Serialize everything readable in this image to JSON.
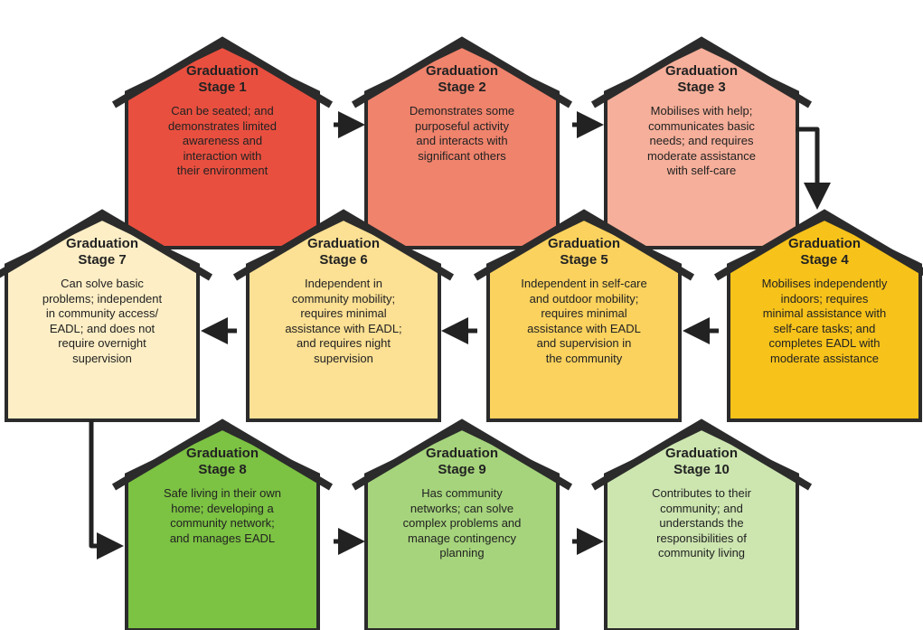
{
  "stages": [
    {
      "title": "Graduation",
      "subtitle": "Stage 1",
      "lines": [
        "Can be seated; and",
        "demonstrates limited",
        "awareness and",
        "interaction with",
        "their environment"
      ],
      "color": "#e94f3f"
    },
    {
      "title": "Graduation",
      "subtitle": "Stage 2",
      "lines": [
        "Demonstrates some",
        "purposeful activity",
        "and interacts with",
        "significant others"
      ],
      "color": "#f0836c"
    },
    {
      "title": "Graduation",
      "subtitle": "Stage 3",
      "lines": [
        "Mobilises with help;",
        "communicates basic",
        "needs; and requires",
        "moderate assistance",
        "with self-care"
      ],
      "color": "#f6af9a"
    },
    {
      "title": "Graduation",
      "subtitle": "Stage 4",
      "lines": [
        "Mobilises independently",
        "indoors; requires",
        "minimal assistance with",
        "self-care tasks; and",
        "completes EADL with",
        "moderate assistance"
      ],
      "color": "#f7c21a"
    },
    {
      "title": "Graduation",
      "subtitle": "Stage 5",
      "lines": [
        "Independent in self-care",
        "and outdoor mobility;",
        "requires minimal",
        "assistance with EADL",
        "and supervision in",
        "the community"
      ],
      "color": "#fbd25e"
    },
    {
      "title": "Graduation",
      "subtitle": "Stage 6",
      "lines": [
        "Independent in",
        "community mobility;",
        "requires minimal",
        "assistance with EADL;",
        "and requires night",
        "supervision"
      ],
      "color": "#fce093"
    },
    {
      "title": "Graduation",
      "subtitle": "Stage 7",
      "lines": [
        "Can solve basic",
        "problems; independent",
        "in community access/",
        "EADL; and does not",
        "require overnight",
        "supervision"
      ],
      "color": "#fdeec5"
    },
    {
      "title": "Graduation",
      "subtitle": "Stage 8",
      "lines": [
        "Safe living in their own",
        "home; developing a",
        "community network;",
        "and manages EADL"
      ],
      "color": "#7cc243"
    },
    {
      "title": "Graduation",
      "subtitle": "Stage 9",
      "lines": [
        "Has community",
        "networks; can solve",
        "complex problems and",
        "manage contingency",
        "planning"
      ],
      "color": "#a6d47c"
    },
    {
      "title": "Graduation",
      "subtitle": "Stage 10",
      "lines": [
        "Contributes to their",
        "community; and",
        "understands the",
        "responsibilities of",
        "community living"
      ],
      "color": "#cde6b0"
    }
  ],
  "outline_color": "#2b2b2b",
  "arrow_color": "#222222"
}
